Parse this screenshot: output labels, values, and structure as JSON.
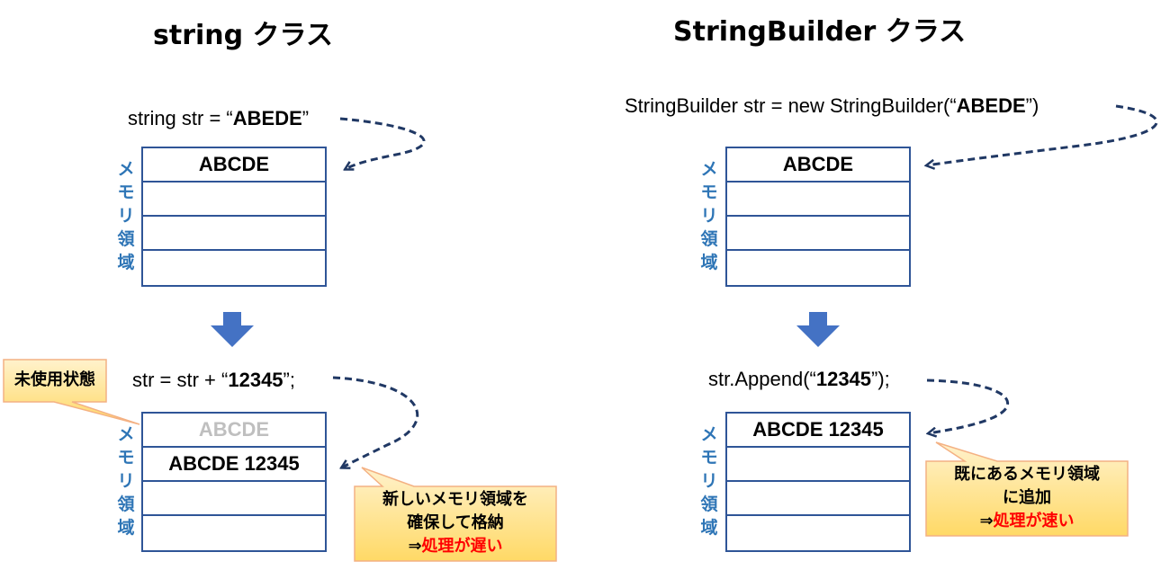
{
  "left": {
    "title": "string クラス",
    "code1": {
      "pre": "string str = “",
      "bold": "ABEDE",
      "post": "”"
    },
    "memory1": [
      "ABCDE",
      "",
      "",
      ""
    ],
    "code2": {
      "pre": "str = str + “",
      "bold": "12345",
      "post": "”;"
    },
    "memory2": [
      "ABCDE",
      "ABCDE 12345",
      "",
      ""
    ],
    "unused_callout": "未使用状態",
    "note": {
      "line1": "新しいメモリ領域を",
      "line2": "確保して格納",
      "prefix": "⇒",
      "highlight": "処理が遅い"
    }
  },
  "right": {
    "title": "StringBuilder クラス",
    "code1": {
      "pre": "StringBuilder str = new StringBuilder(“",
      "bold": "ABEDE",
      "post": "”)"
    },
    "memory1": [
      "ABCDE",
      "",
      "",
      ""
    ],
    "code2": {
      "pre": "str.Append(“",
      "bold": "12345",
      "post": "”);"
    },
    "memory2": [
      "ABCDE 12345",
      "",
      "",
      ""
    ],
    "note": {
      "line1": "既にあるメモリ領域",
      "line2": "に追加",
      "prefix": "⇒",
      "highlight": "処理が速い"
    }
  },
  "memory_label": [
    "メ",
    "モ",
    "リ",
    "領",
    "域"
  ],
  "colors": {
    "border": "#2f5597",
    "label": "#2e75b6",
    "arrow": "#4472c4",
    "callout_fill": "#ffd966",
    "callout_border": "#f4b183",
    "highlight": "#ff0000",
    "faded": "#bfbfbf"
  },
  "icons": [
    "down-arrow-icon",
    "dashed-curved-arrow-icon"
  ]
}
